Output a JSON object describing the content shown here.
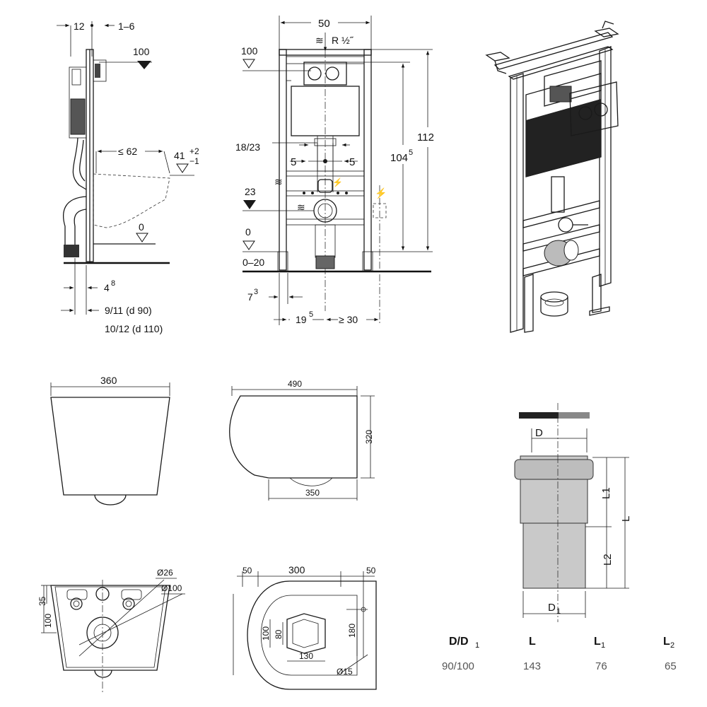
{
  "frame_side": {
    "dim_12": "12",
    "dim_1_6": "1–6",
    "level_100": "100",
    "dim_le62": "≤ 62",
    "dim_41": "41",
    "tol_plus": "+2",
    "tol_minus": "−1",
    "level_0": "0",
    "dim_4": "4",
    "dim_4_sup": "8",
    "dim_9_11": "9/11 (d 90)",
    "dim_10_12": "10/12 (d 110)"
  },
  "frame_front": {
    "dim_50": "50",
    "pipe_r": "R ½˝",
    "level_100": "100",
    "dim_112": "112",
    "dim_104": "104",
    "dim_104_sup": "5",
    "dim_18_23": "18/23",
    "dim_5_left": "5",
    "dim_5_right": "5",
    "level_23": "23",
    "level_0": "0",
    "range_0_20": "0–20",
    "dim_7": "7",
    "dim_7_sup": "3",
    "dim_19": "19",
    "dim_19_sup": "5",
    "dim_ge30": "≥ 30"
  },
  "bowl_front": {
    "width": "360"
  },
  "bowl_side": {
    "length": "490",
    "height": "320",
    "depth": "350"
  },
  "bowl_back": {
    "dia_26": "Ø26",
    "dia_100": "Ø100",
    "dim_35": "35",
    "dim_100": "100"
  },
  "bowl_top": {
    "dim_50_left": "50",
    "dim_300": "300",
    "dim_50_right": "50",
    "dim_100": "100",
    "dim_80": "80",
    "dim_130": "130",
    "dim_180": "180",
    "dia_15": "Ø15"
  },
  "connector": {
    "label_D": "D",
    "label_D1": "D",
    "label_D1_sub": "1",
    "label_L": "L",
    "label_L1": "L1",
    "label_L2": "L2"
  },
  "spec_table": {
    "headers": [
      {
        "main": "D/D",
        "sub": "1"
      },
      {
        "main": "L",
        "sub": ""
      },
      {
        "main": "L",
        "sub": "1"
      },
      {
        "main": "L",
        "sub": "2"
      }
    ],
    "rows": [
      [
        "90/100",
        "143",
        "76",
        "65"
      ]
    ]
  }
}
